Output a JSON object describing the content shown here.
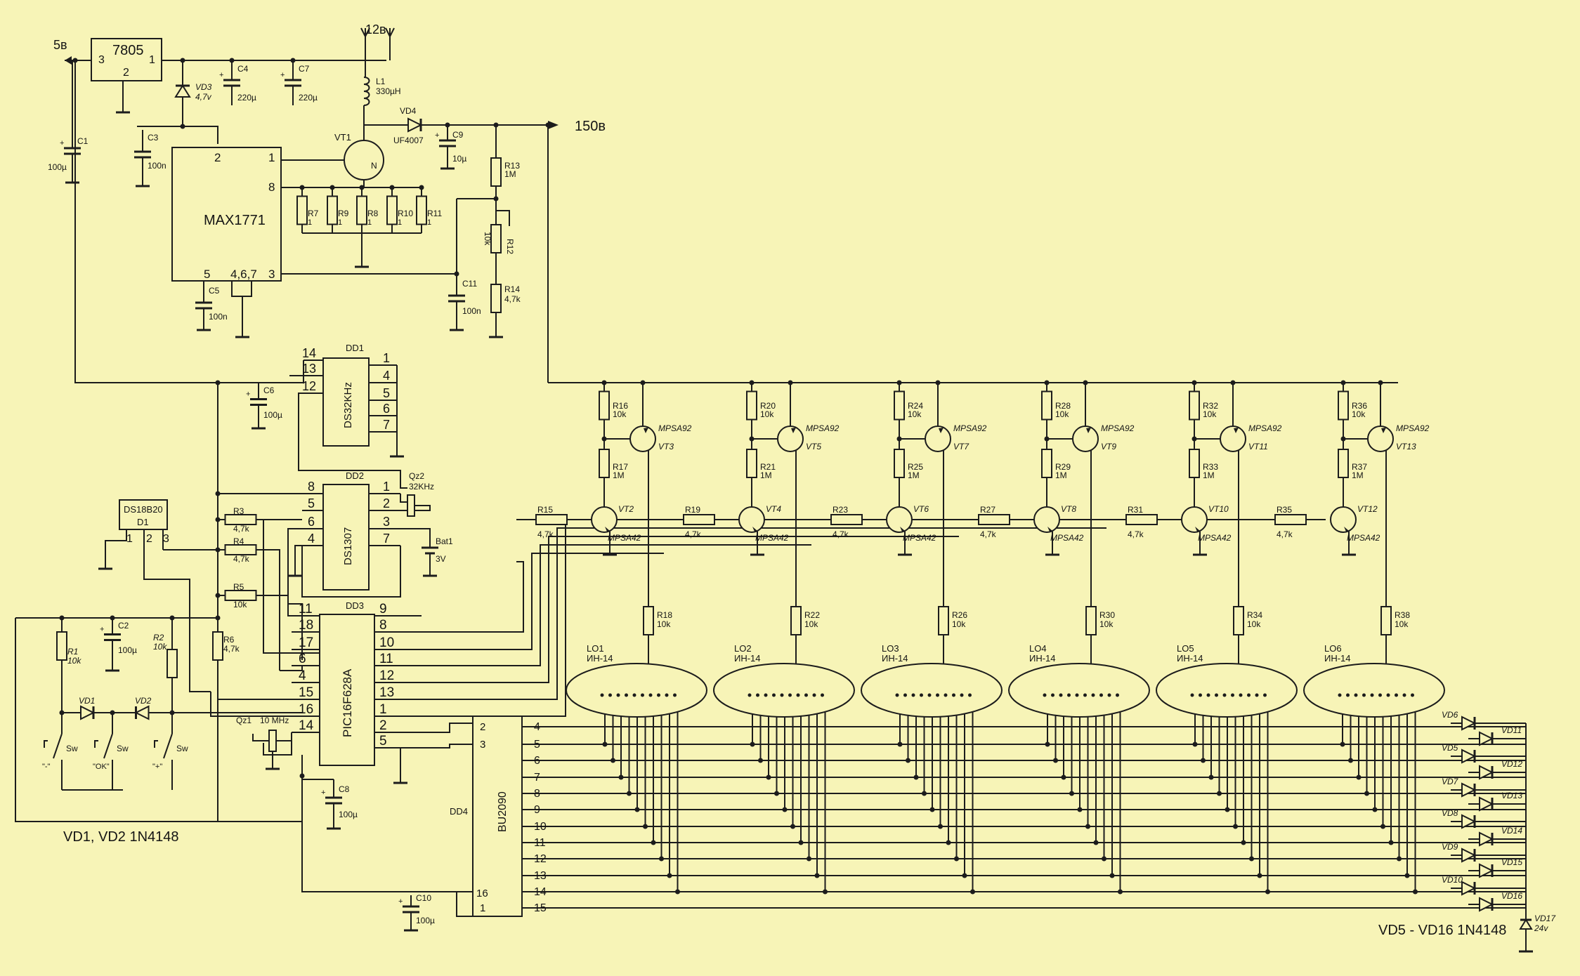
{
  "power": {
    "v5": "5в",
    "v12": "12в",
    "v150": "150в"
  },
  "regulator": {
    "name": "7805",
    "pins": [
      "3",
      "2",
      "1"
    ]
  },
  "boost": {
    "name": "MAX1771",
    "pins": [
      "2",
      "1",
      "8",
      "5",
      "4,6,7",
      "3"
    ]
  },
  "dd1": {
    "ref": "DD1",
    "name": "DS32KHz",
    "left_pins": [
      "14",
      "13",
      "12"
    ],
    "right_pins": [
      "1",
      "4",
      "5",
      "6",
      "7"
    ]
  },
  "dd2": {
    "ref": "DD2",
    "name": "DS1307",
    "left_pins": [
      "8",
      "5",
      "6",
      "4"
    ],
    "right_pins": [
      "1",
      "2",
      "3",
      "7"
    ]
  },
  "dd3": {
    "ref": "DD3",
    "name": "PIC16F628A",
    "left_pins": [
      "11",
      "18",
      "17",
      "6",
      "4",
      "15",
      "16",
      "14"
    ],
    "right_pins": [
      "9",
      "8",
      "10",
      "11",
      "12",
      "13",
      "1",
      "2",
      "5"
    ]
  },
  "dd4": {
    "ref": "DD4",
    "name": "BU2090",
    "left_pins": [
      "2",
      "3",
      "16",
      "1"
    ],
    "right_pins": [
      "4",
      "5",
      "6",
      "7",
      "8",
      "9",
      "10",
      "11",
      "12",
      "13",
      "14",
      "15"
    ]
  },
  "sensor": {
    "name": "DS18B20",
    "ref": "D1",
    "pins": [
      "1",
      "2",
      "3"
    ]
  },
  "top_parts": {
    "C1": {
      "ref": "C1",
      "val": "100µ"
    },
    "C3": {
      "ref": "C3",
      "val": "100n"
    },
    "VD3": {
      "ref": "VD3",
      "val": "4,7v"
    },
    "C4": {
      "ref": "C4",
      "val": "220µ"
    },
    "C7": {
      "ref": "C7",
      "val": "220µ"
    },
    "L1": {
      "ref": "L1",
      "val": "330µH"
    },
    "VD4": {
      "ref": "VD4",
      "val": "UF4007"
    },
    "C9": {
      "ref": "C9",
      "val": "10µ"
    },
    "VT1": {
      "ref": "VT1",
      "type": "N"
    },
    "C5": {
      "ref": "C5",
      "val": "100n"
    },
    "C11": {
      "ref": "C11",
      "val": "100n"
    },
    "R13": {
      "ref": "R13",
      "val": "1M"
    },
    "R12": {
      "ref": "R12",
      "val": "10k"
    },
    "R14": {
      "ref": "R14",
      "val": "4,7k"
    }
  },
  "shunts": [
    {
      "ref": "R7",
      "val": "1"
    },
    {
      "ref": "R9",
      "val": "1"
    },
    {
      "ref": "R8",
      "val": "1"
    },
    {
      "ref": "R10",
      "val": "1"
    },
    {
      "ref": "R11",
      "val": "1"
    }
  ],
  "mid_parts": {
    "C6": {
      "ref": "C6",
      "val": "100µ"
    },
    "Qz2": {
      "ref": "Qz2",
      "val": "32KHz"
    },
    "Bat1": {
      "ref": "Bat1",
      "val": "3V"
    },
    "R3": {
      "ref": "R3",
      "val": "4,7k"
    },
    "R4": {
      "ref": "R4",
      "val": "4,7k"
    },
    "R5": {
      "ref": "R5",
      "val": "10k"
    },
    "R6": {
      "ref": "R6",
      "val": "4,7k"
    },
    "C2": {
      "ref": "C2",
      "val": "100µ"
    },
    "R1": {
      "ref": "R1",
      "val": "10k"
    },
    "R2": {
      "ref": "R2",
      "val": "10k"
    },
    "VD1": {
      "ref": "VD1"
    },
    "VD2": {
      "ref": "VD2"
    },
    "Qz1": {
      "ref": "Qz1",
      "val": "10 MHz"
    },
    "C8": {
      "ref": "C8",
      "val": "100µ"
    },
    "C10": {
      "ref": "C10",
      "val": "100µ"
    }
  },
  "switches": [
    {
      "ref": "Sw",
      "label": "\"-\""
    },
    {
      "ref": "Sw",
      "label": "\"OK\""
    },
    {
      "ref": "Sw",
      "label": "\"+\""
    }
  ],
  "channels": [
    {
      "rb": "R15",
      "rt": "R16",
      "rm": "R17",
      "ra": "R18",
      "pnp": "VT3",
      "npn": "VT2",
      "lamp": "LO1"
    },
    {
      "rb": "R19",
      "rt": "R20",
      "rm": "R21",
      "ra": "R22",
      "pnp": "VT5",
      "npn": "VT4",
      "lamp": "LO2"
    },
    {
      "rb": "R23",
      "rt": "R24",
      "rm": "R25",
      "ra": "R26",
      "pnp": "VT7",
      "npn": "VT6",
      "lamp": "LO3"
    },
    {
      "rb": "R27",
      "rt": "R28",
      "rm": "R29",
      "ra": "R30",
      "pnp": "VT9",
      "npn": "VT8",
      "lamp": "LO4"
    },
    {
      "rb": "R31",
      "rt": "R32",
      "rm": "R33",
      "ra": "R34",
      "pnp": "VT11",
      "npn": "VT10",
      "lamp": "LO5"
    },
    {
      "rb": "R35",
      "rt": "R36",
      "rm": "R37",
      "ra": "R38",
      "pnp": "VT13",
      "npn": "VT12",
      "lamp": "LO6"
    }
  ],
  "channel_values": {
    "rb": "4,7k",
    "rt": "10k",
    "rm": "1M",
    "ra": "10k",
    "pnp_type": "MPSA92",
    "npn_type": "MPSA42",
    "lamp_type": "ИН-14"
  },
  "diodes_left": [
    "VD6",
    "VD5",
    "VD7",
    "VD8",
    "VD9",
    "VD10"
  ],
  "diodes_right": [
    "VD11",
    "VD12",
    "VD13",
    "VD14",
    "VD15",
    "VD16"
  ],
  "zener": {
    "ref": "VD17",
    "val": "24v"
  },
  "notes": {
    "left": "VD1, VD2 1N4148",
    "right": "VD5 - VD16 1N4148"
  }
}
